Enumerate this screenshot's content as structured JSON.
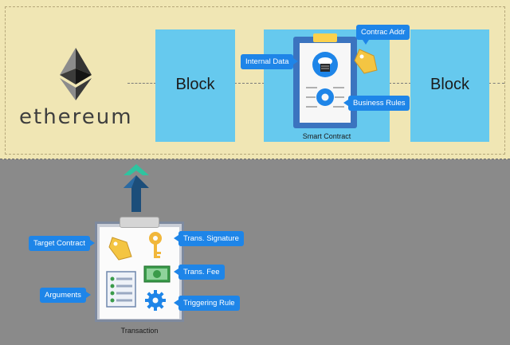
{
  "brand": {
    "wordmark": "ethereum",
    "logo_icon": "ethereum-diamond-icon"
  },
  "chain": {
    "blocks": [
      {
        "label": "Block"
      },
      {
        "label": "Block"
      }
    ],
    "smart_contract": {
      "caption": "Smart Contract",
      "callouts": {
        "internal_data": "Internal Data",
        "contract_address": "Contrac Addr",
        "business_rules": "Business Rules"
      },
      "icons": [
        "cloud-server-icon",
        "gear-icon",
        "tag-icon",
        "clipboard-icon"
      ]
    }
  },
  "transaction": {
    "caption": "Transaction",
    "callouts": {
      "target_contract": "Target Contract",
      "signature": "Trans. Signature",
      "fee": "Trans. Fee",
      "arguments": "Arguments",
      "triggering_rule": "Triggering Rule"
    },
    "icons": [
      "tag-icon",
      "key-icon",
      "money-bill-icon",
      "list-icon",
      "gear-icon",
      "up-arrow-icon"
    ]
  },
  "colors": {
    "band": "#f0e6b4",
    "block": "#66c9ee",
    "callout": "#1e85e8",
    "arrow_dark": "#1c4e7a",
    "arrow_light": "#2ec4a0",
    "background": "#8a8a8a"
  }
}
